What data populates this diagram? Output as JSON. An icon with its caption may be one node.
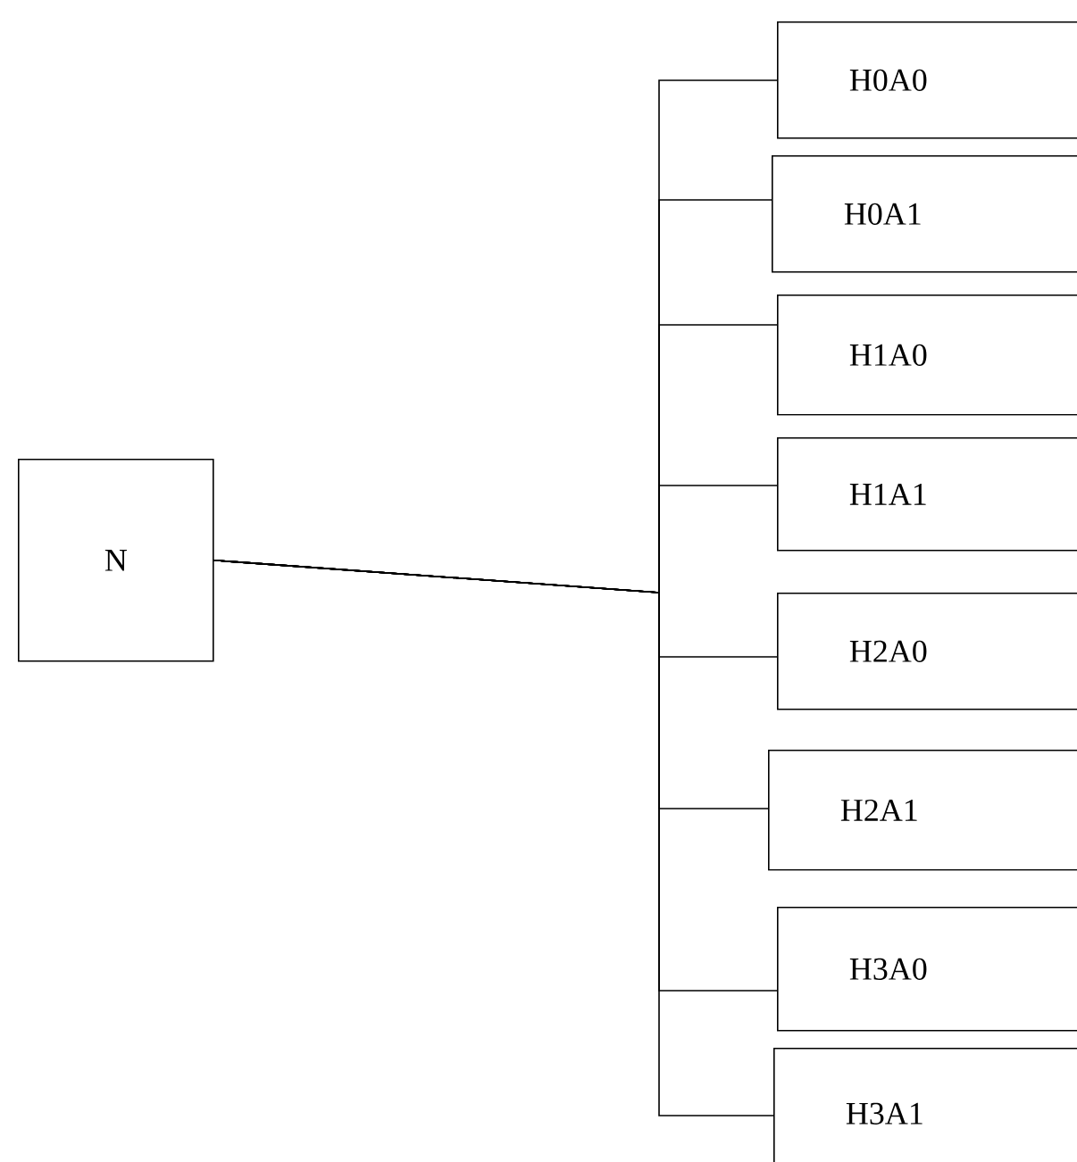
{
  "diagram": {
    "nodes": [
      {
        "text": [
          "N"
        ]
      },
      {
        "text": [
          "H0A0"
        ]
      },
      {
        "text": [
          "H0A1"
        ]
      },
      {
        "text": [
          "H1A0"
        ]
      },
      {
        "text": [
          "H1A1"
        ]
      },
      {
        "text": [
          "H2A0"
        ]
      },
      {
        "text": [
          "H2A1"
        ]
      },
      {
        "text": [
          "H3A0"
        ]
      },
      {
        "text": [
          "H3A1"
        ]
      }
    ],
    "edges": [
      {
        "from": 0,
        "to": 1,
        "arrow": "none"
      },
      {
        "from": 0,
        "to": 2,
        "arrow": "none"
      },
      {
        "from": 0,
        "to": 3,
        "arrow": "none"
      },
      {
        "from": 0,
        "to": 4,
        "arrow": "none"
      },
      {
        "from": 0,
        "to": 5,
        "arrow": "none"
      },
      {
        "from": 0,
        "to": 6,
        "arrow": "none"
      },
      {
        "from": 0,
        "to": 7,
        "arrow": "none"
      },
      {
        "from": 0,
        "to": 8,
        "arrow": "none"
      }
    ]
  }
}
